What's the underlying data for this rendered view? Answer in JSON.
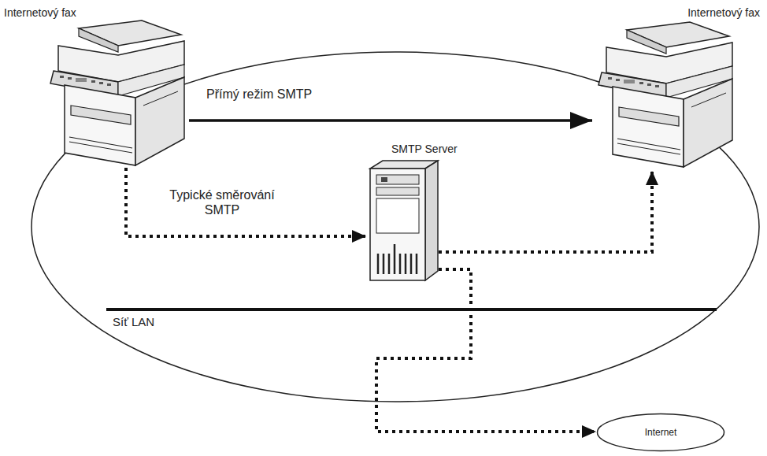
{
  "diagram": {
    "nodes": [
      {
        "text": [
          "Internetový fax"
        ]
      },
      {
        "text": [
          "Internetový fax"
        ]
      },
      {
        "text": [
          "SMTP Server"
        ]
      },
      {
        "text": [
          "Internet"
        ]
      }
    ],
    "edges": [
      {
        "from": 0,
        "to": 1,
        "arrow": "to",
        "label": "Přímý režim SMTP"
      },
      {
        "from": 0,
        "to": 2,
        "arrow": "to",
        "label": "Typické směrování SMTP"
      },
      {
        "from": 2,
        "to": 1,
        "arrow": "to"
      },
      {
        "from": 2,
        "to": 3,
        "arrow": "to"
      }
    ],
    "labels": [
      "Síť LAN"
    ]
  }
}
